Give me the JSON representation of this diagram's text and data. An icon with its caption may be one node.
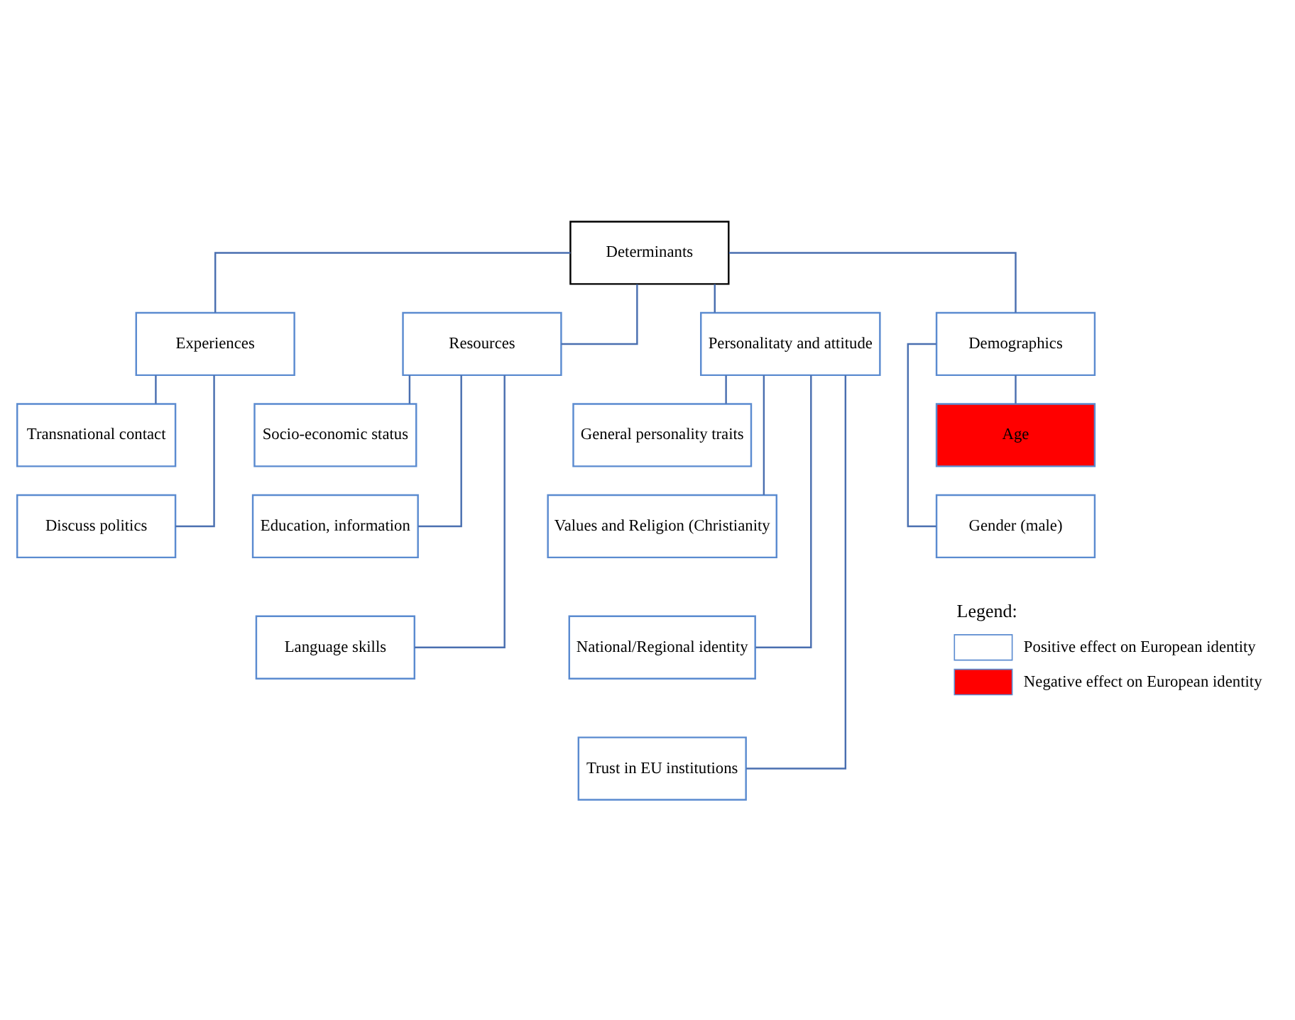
{
  "diagram": {
    "nodes": [
      {
        "text": [
          "Determinants"
        ]
      },
      {
        "text": [
          "Experiences"
        ]
      },
      {
        "text": [
          "Resources"
        ]
      },
      {
        "text": [
          "Personalitaty and attitude"
        ]
      },
      {
        "text": [
          "Demographics"
        ]
      },
      {
        "text": [
          "Transnational contact"
        ]
      },
      {
        "text": [
          "Discuss politics"
        ]
      },
      {
        "text": [
          "Socio-economic status"
        ]
      },
      {
        "text": [
          "Education, information"
        ]
      },
      {
        "text": [
          "Language skills"
        ]
      },
      {
        "text": [
          "General personality traits"
        ]
      },
      {
        "text": [
          "Values and Religion (Christianity"
        ]
      },
      {
        "text": [
          "National/Regional identity"
        ]
      },
      {
        "text": [
          "Trust in EU institutions"
        ]
      },
      {
        "text": [
          "Age"
        ]
      },
      {
        "text": [
          "Gender (male)"
        ]
      }
    ],
    "edges": [
      {
        "from": 0,
        "to": 1,
        "arrow": "none"
      },
      {
        "from": 0,
        "to": 2,
        "arrow": "none"
      },
      {
        "from": 0,
        "to": 3,
        "arrow": "none"
      },
      {
        "from": 0,
        "to": 4,
        "arrow": "none"
      },
      {
        "from": 1,
        "to": 5,
        "arrow": "none"
      },
      {
        "from": 1,
        "to": 6,
        "arrow": "none"
      },
      {
        "from": 2,
        "to": 7,
        "arrow": "none"
      },
      {
        "from": 2,
        "to": 8,
        "arrow": "none"
      },
      {
        "from": 2,
        "to": 9,
        "arrow": "none"
      },
      {
        "from": 3,
        "to": 10,
        "arrow": "none"
      },
      {
        "from": 3,
        "to": 11,
        "arrow": "none"
      },
      {
        "from": 3,
        "to": 12,
        "arrow": "none"
      },
      {
        "from": 3,
        "to": 13,
        "arrow": "none"
      },
      {
        "from": 4,
        "to": 14,
        "arrow": "none"
      },
      {
        "from": 4,
        "to": 15,
        "arrow": "none"
      }
    ],
    "labels": [
      "Legend:"
    ],
    "legend": [
      {
        "text": "Positive effect on European identity",
        "color": "#ffffff"
      },
      {
        "text": "Negative effect on European identity",
        "color": "#ff0000"
      }
    ]
  }
}
